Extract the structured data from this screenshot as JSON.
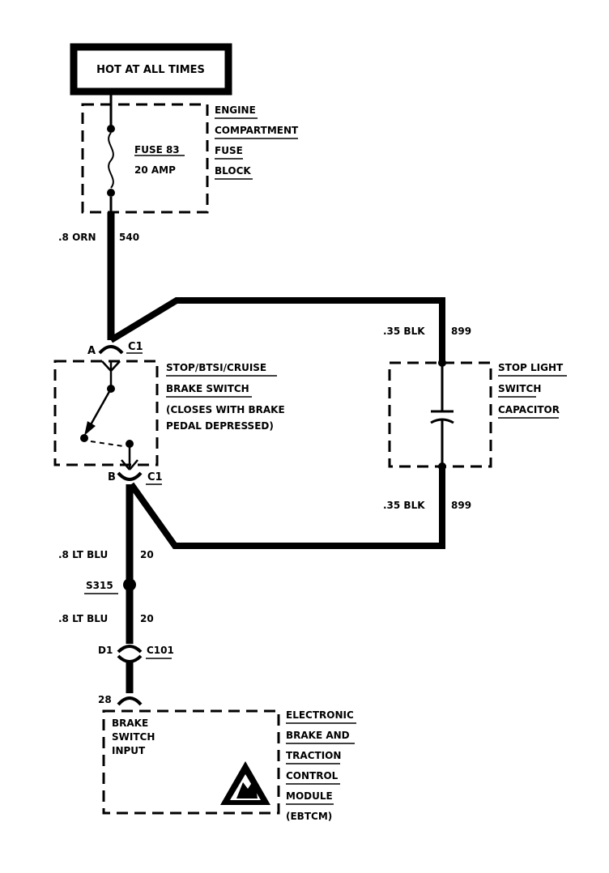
{
  "power_box": {
    "label": "HOT AT ALL TIMES"
  },
  "fuse_block": {
    "lines": [
      "ENGINE",
      "COMPARTMENT",
      "FUSE",
      "BLOCK"
    ],
    "fuse_name": "FUSE 83",
    "fuse_rating": "20 AMP"
  },
  "wire_540": {
    "gauge_color": ".8 ORN",
    "circuit": "540"
  },
  "brake_switch": {
    "lines": [
      "STOP/BTSI/CRUISE",
      "BRAKE SWITCH",
      "(CLOSES WITH BRAKE",
      "PEDAL DEPRESSED)"
    ],
    "pin_top": "A",
    "pin_bottom": "B",
    "connector_top": "C1",
    "connector_bottom": "C1"
  },
  "wire_899_top": {
    "gauge_color": ".35 BLK",
    "circuit": "899"
  },
  "wire_899_bottom": {
    "gauge_color": ".35 BLK",
    "circuit": "899"
  },
  "capacitor": {
    "lines": [
      "STOP LIGHT",
      "SWITCH",
      "CAPACITOR"
    ]
  },
  "wire_20_top": {
    "gauge_color": ".8 LT BLU",
    "circuit": "20"
  },
  "splice": {
    "label": "S315"
  },
  "wire_20_bottom": {
    "gauge_color": ".8 LT BLU",
    "circuit": "20"
  },
  "connector_c101": {
    "pin": "D1",
    "label": "C101"
  },
  "ebtcm": {
    "pin": "28",
    "input_lines": [
      "BRAKE",
      "SWITCH",
      "INPUT"
    ],
    "lines": [
      "ELECTRONIC",
      "BRAKE AND",
      "TRACTION",
      "CONTROL",
      "MODULE",
      "(EBTCM)"
    ]
  }
}
